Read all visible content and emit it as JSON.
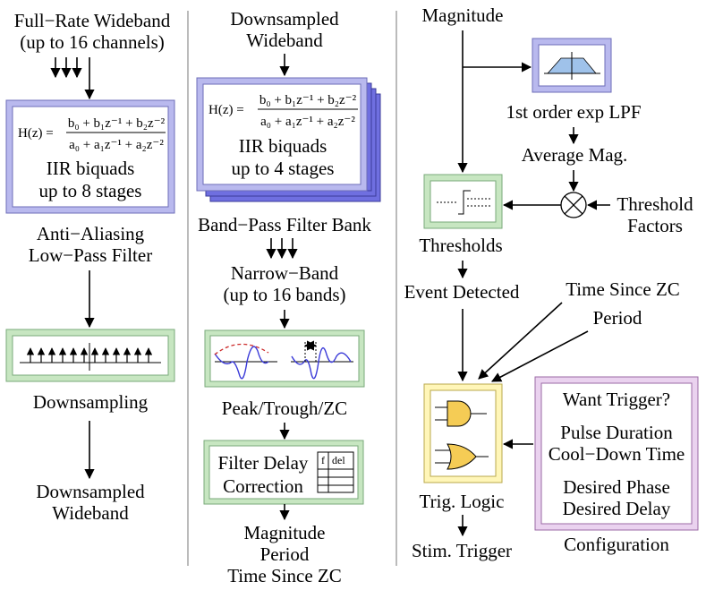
{
  "colors": {
    "frame_purple": "#8f8fd6",
    "fill_purple": "#b9b9ee",
    "stack_blue": "#6f6fe0",
    "frame_green": "#9cc99c",
    "fill_green": "#c7e6c1",
    "frame_yellow": "#e0d27a",
    "fill_yellow": "#fff6b8",
    "frame_pink": "#c79ccf",
    "fill_pink": "#ead2ef",
    "gate_fill": "#f5cc55",
    "trace_blue": "#3a3ad8",
    "trace_red": "#cc2a2a"
  },
  "column1": {
    "input_line1": "Full−Rate Wideband",
    "input_line2": "(up to 16 channels)",
    "formula": {
      "lhs": "H(z) =",
      "num": "b₀ + b₁z⁻¹ + b₂z⁻²",
      "den": "a₀ + a₁z⁻¹ + a₂z⁻²"
    },
    "filter_line1": "IIR biquads",
    "filter_line2": "up to 8 stages",
    "aa_line1": "Anti−Aliasing",
    "aa_line2": "Low−Pass Filter",
    "downsampling": "Downsampling",
    "output_line1": "Downsampled",
    "output_line2": "Wideband"
  },
  "column2": {
    "input_line1": "Downsampled",
    "input_line2": "Wideband",
    "formula": {
      "lhs": "H(z) =",
      "num": "b₀ + b₁z⁻¹ + b₂z⁻²",
      "den": "a₀ + a₁z⁻¹ + a₂z⁻²"
    },
    "filter_line1": "IIR biquads",
    "filter_line2": "up to 4 stages",
    "bank_label": "Band−Pass Filter Bank",
    "narrow_line1": "Narrow−Band",
    "narrow_line2": "(up to 16 bands)",
    "peak_label": "Peak/Trough/ZC",
    "delay_line1": "Filter Delay",
    "delay_line2": "Correction",
    "table_col1": "f",
    "table_col2": "del",
    "out_line1": "Magnitude",
    "out_line2": "Period",
    "out_line3": "Time Since ZC"
  },
  "column3": {
    "magnitude": "Magnitude",
    "lpf_label": "1st order exp LPF",
    "avg_label": "Average Mag.",
    "threshold_line1": "Threshold",
    "threshold_line2": "Factors",
    "thresholds": "Thresholds",
    "event": "Event Detected",
    "time_since_zc": "Time Since ZC",
    "period": "Period",
    "trig_logic": "Trig. Logic",
    "stim": "Stim. Trigger",
    "config_line1": "Want Trigger?",
    "config_line2": "Pulse Duration",
    "config_line3": "Cool−Down Time",
    "config_line4": "Desired Phase",
    "config_line5": "Desired Delay",
    "configuration": "Configuration"
  }
}
